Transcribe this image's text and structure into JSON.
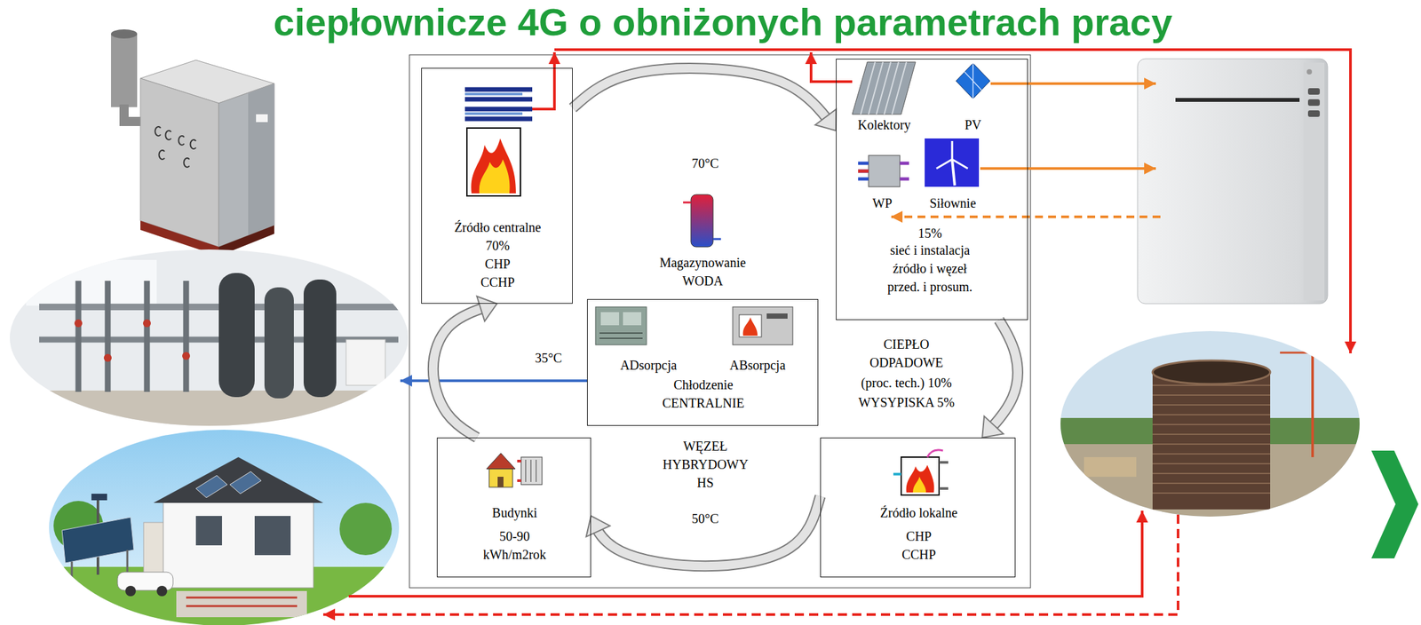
{
  "diagram": {
    "title": "ciepłownicze 4G o obniżonych parametrach pracy",
    "nodes": [
      {
        "text": [
          "Źródło centralne",
          "70% CHP CCHP"
        ]
      },
      {
        "text": [
          "Kolektory",
          "PV",
          "WP",
          "Siłownie",
          "15%",
          "sieć i instalacja źródło i węzeł przed. i prosum."
        ]
      },
      {
        "text": [
          "ADsorpcja",
          "ABsorpcja",
          "Chłodzenie CENTRALNIE"
        ]
      },
      {
        "text": [
          "Budynki",
          "50-90 kWh/m2rok"
        ]
      },
      {
        "text": [
          "Źródło lokalne",
          "CHP CCHP"
        ]
      }
    ],
    "edges": [
      {
        "from": 0,
        "to": 1,
        "arrow": "to"
      },
      {
        "from": 1,
        "to": 4,
        "arrow": "to"
      },
      {
        "from": 4,
        "to": 3,
        "arrow": "to"
      },
      {
        "from": 3,
        "to": 0,
        "arrow": "to"
      }
    ],
    "labels": [
      "70°C",
      "Magazynowanie WODA",
      "35°C",
      "CIEPŁO ODPADOWE",
      "(proc. tech.) 10%",
      "WYSYPISKA 5%",
      "WĘZEŁ HYBRYDOWY HS",
      "50°C"
    ]
  }
}
